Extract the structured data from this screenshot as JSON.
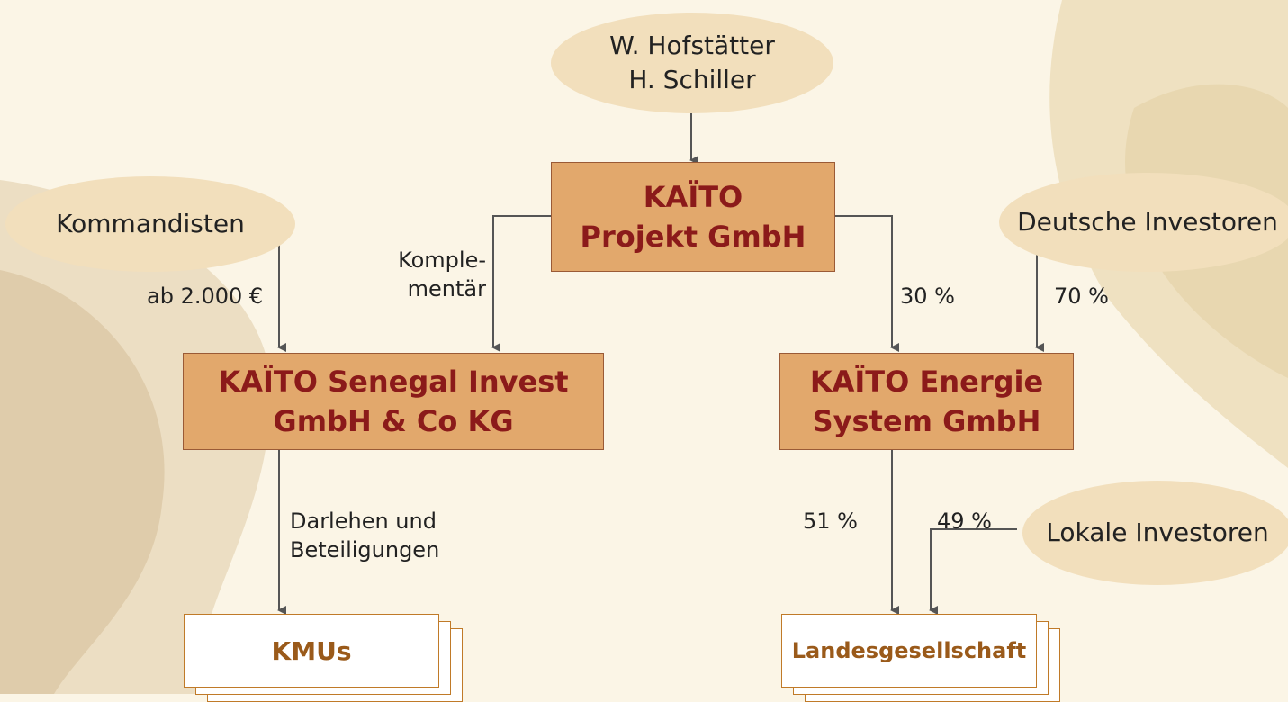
{
  "nodes": {
    "founders": {
      "line1": "W. Hofstätter",
      "line2": "H. Schiller"
    },
    "kommanditisten": "Kommandisten",
    "deutsche_investoren": "Deutsche Investoren",
    "lokale_investoren": "Lokale Investoren",
    "projekt": {
      "line1": "KAÏTO",
      "line2": "Projekt GmbH"
    },
    "senegal_invest": {
      "line1": "KAÏTO Senegal Invest",
      "line2": "GmbH & Co KG"
    },
    "energie": {
      "line1": "KAÏTO Energie",
      "line2": "System GmbH"
    },
    "kmus": "KMUs",
    "landesgesellschaft": "Landesgesellschaft"
  },
  "edges": {
    "ab_2000": "ab 2.000 €",
    "komplementaer": {
      "line1": "Komple-",
      "line2": "mentär"
    },
    "pct_30": "30 %",
    "pct_70": "70 %",
    "darlehen": {
      "line1": "Darlehen und",
      "line2": "Beteiligungen"
    },
    "pct_51": "51 %",
    "pct_49": "49 %"
  },
  "colors": {
    "box_fill": "#e2a86c",
    "box_text": "#8b1a1a",
    "ellipse_fill": "#f2dfbc",
    "stack_border": "#c07a28",
    "connector": "#555555"
  }
}
